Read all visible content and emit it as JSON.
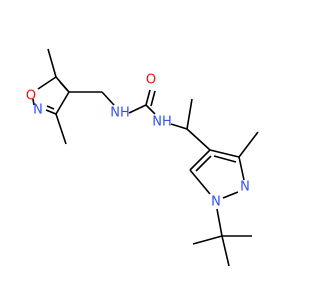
{
  "molecule": {
    "atoms": {
      "ring_O": {
        "symbol": "O",
        "color": "#ff0d0d"
      },
      "ring_N_isox": {
        "symbol": "N",
        "color": "#3050f8"
      },
      "urea_O": {
        "symbol": "O",
        "color": "#ff0d0d"
      },
      "urea_NH_left": {
        "symbol": "NH",
        "color": "#3050f8"
      },
      "urea_NH_right": {
        "symbol": "NH",
        "color": "#3050f8"
      },
      "pyrazole_N2": {
        "symbol": "N",
        "color": "#3050f8"
      },
      "pyrazole_N1": {
        "symbol": "N",
        "color": "#3050f8"
      }
    },
    "bond_color": "#000000"
  }
}
